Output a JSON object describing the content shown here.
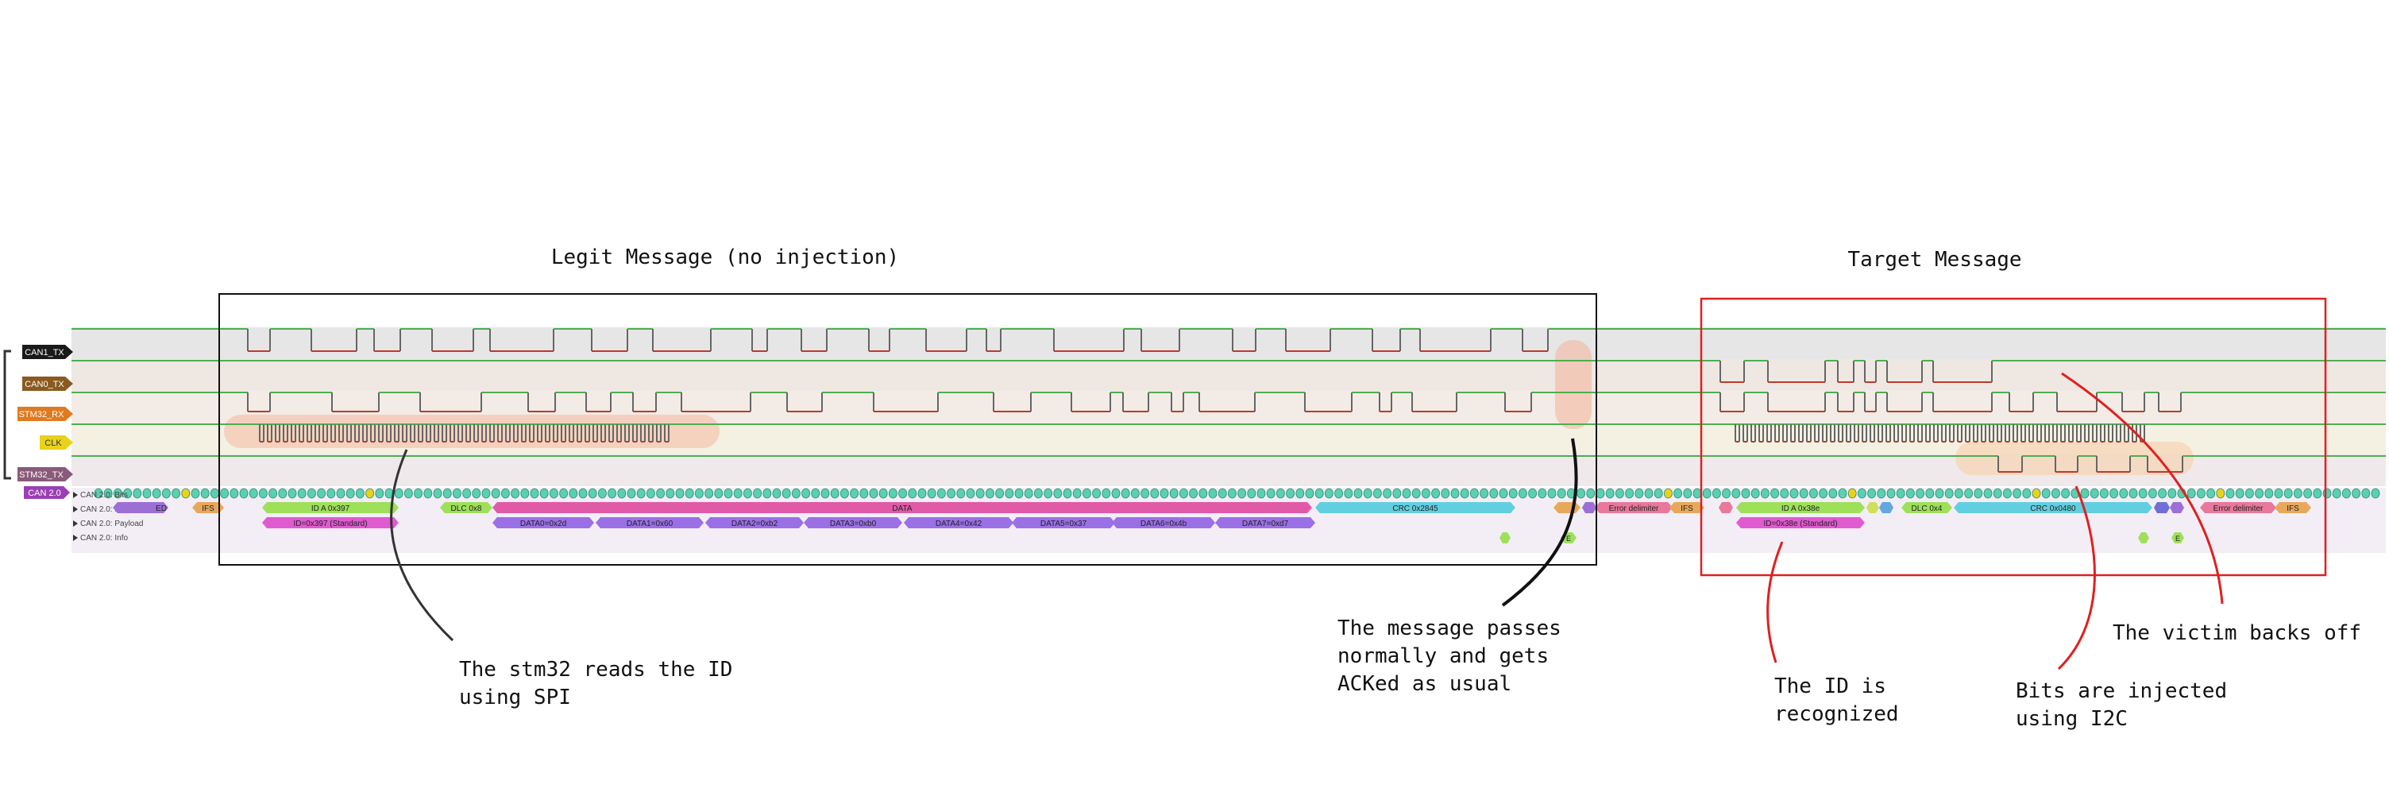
{
  "titles": {
    "legit": "Legit Message (no injection)",
    "target": "Target Message"
  },
  "channels": [
    {
      "label": "CAN1_TX",
      "color": "#1a1a1a"
    },
    {
      "label": "CAN0_TX",
      "color": "#8a5a1e"
    },
    {
      "label": "STM32_RX",
      "color": "#e07a1f"
    },
    {
      "label": "CLK",
      "color": "#e8d21a"
    },
    {
      "label": "STM32_TX",
      "color": "#8a5a7a"
    }
  ],
  "decoder": {
    "badge": "CAN 2.0",
    "rows": [
      "CAN 2.0: Bits",
      "CAN 2.0: Fields",
      "CAN 2.0: Payload",
      "CAN 2.0: Info"
    ],
    "legit_fields": [
      "IFS",
      "ID A 0x397",
      "DLC 0x8",
      "DATA",
      "CRC 0x2845",
      "Error delimiter",
      "IFS",
      "ED"
    ],
    "legit_payload": [
      "ID=0x397 (Standard)",
      "DATA0=0x2d",
      "DATA1=0x60",
      "DATA2=0xb2",
      "DATA3=0xb0",
      "DATA4=0x42",
      "DATA5=0x37",
      "DATA6=0x4b",
      "DATA7=0xd7"
    ],
    "target_fields": [
      "ID A 0x38e",
      "DLC 0x4",
      "CRC 0x0480",
      "Error delimiter",
      "IFS"
    ],
    "target_payload": [
      "ID=0x38e (Standard)"
    ],
    "info_mark": "E"
  },
  "annotations": [
    {
      "text": [
        "The stm32 reads the ID",
        "using SPI"
      ]
    },
    {
      "text": [
        "The message passes",
        "normally and gets",
        "ACKed as usual"
      ]
    },
    {
      "text": [
        "The ID is",
        "recognized"
      ]
    },
    {
      "text": [
        "Bits are injected",
        "using I2C"
      ]
    },
    {
      "text": [
        "The victim backs off"
      ]
    }
  ],
  "colors": {
    "signal_high": "#4caf50",
    "signal_low": "#c0392b",
    "legit_box": "#111111",
    "target_box": "#e02020",
    "highlight": "#f4b8a0"
  }
}
